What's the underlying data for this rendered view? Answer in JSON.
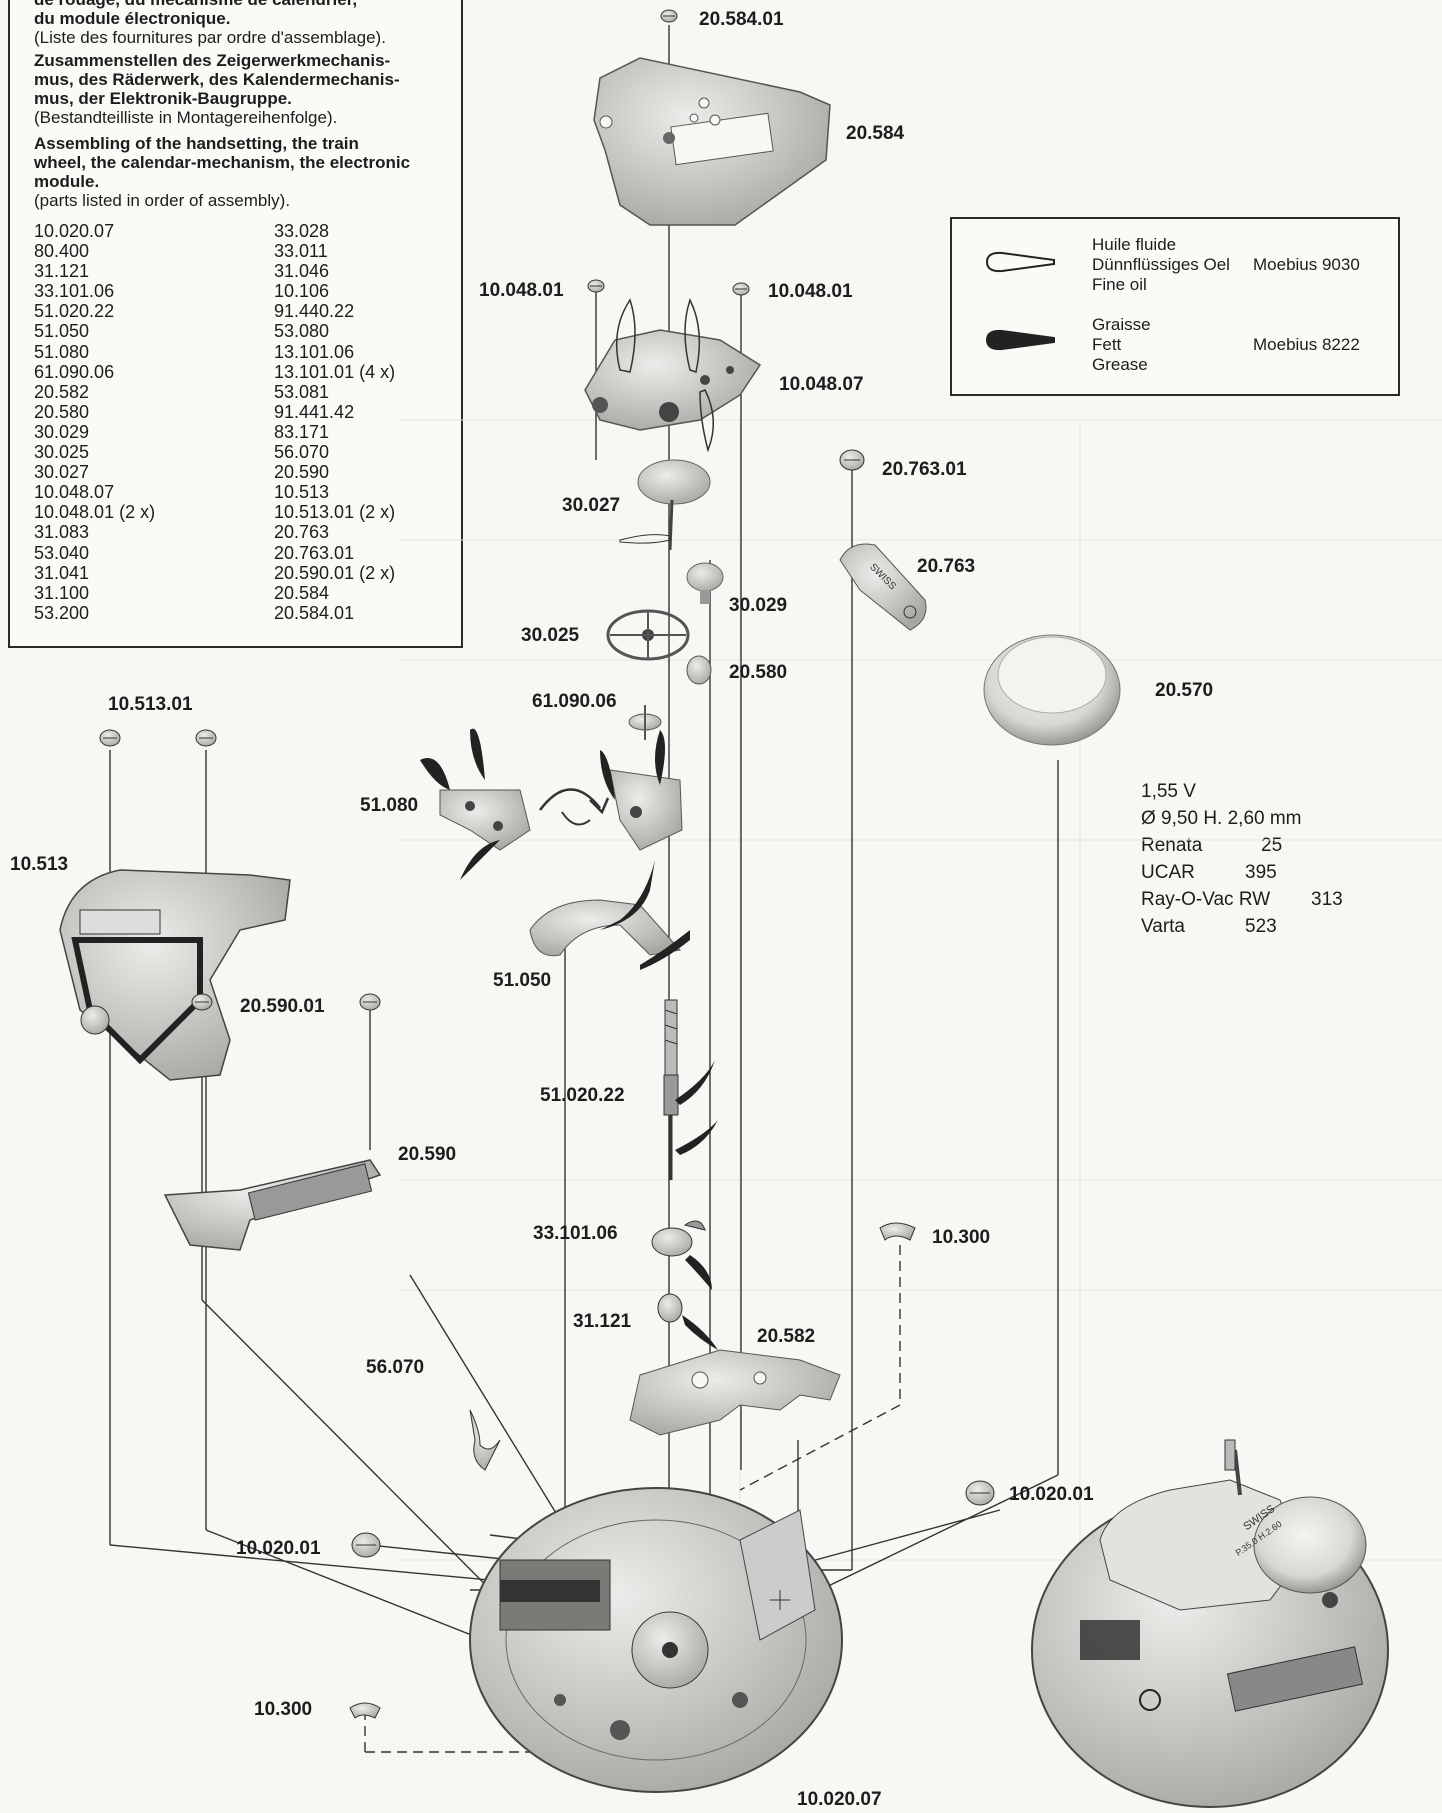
{
  "assembly_box": {
    "fr_title_l1": "de rouage, du mécanisme de calendrier,",
    "fr_title_l2": "du module électronique.",
    "fr_sub": "(Liste des fournitures par ordre d'assemblage).",
    "de_title_l1": "Zusammenstellen des Zeigerwerkmechanis-",
    "de_title_l2": "mus, des Räderwerk, des Kalendermechanis-",
    "de_title_l3": "mus, der Elektronik-Baugruppe.",
    "de_sub": "(Bestandteilliste in Montagereihenfolge).",
    "en_title_l1": "Assembling of the handsetting, the train",
    "en_title_l2": "wheel, the calendar-mechanism, the electronic",
    "en_title_l3": "module.",
    "en_sub": "(parts listed in order of assembly).",
    "parts_col1": [
      "10.020.07",
      "80.400",
      "31.121",
      "33.101.06",
      "51.020.22",
      "51.050",
      "51.080",
      "61.090.06",
      "20.582",
      "20.580",
      "30.029",
      "30.025",
      "30.027",
      "10.048.07",
      "10.048.01 (2 x)",
      "31.083",
      "53.040",
      "31.041",
      "31.100",
      "53.200"
    ],
    "parts_col2": [
      "33.028",
      "33.011",
      "31.046",
      "10.106",
      "91.440.22",
      "53.080",
      "13.101.06",
      "13.101.01 (4 x)",
      "53.081",
      "91.441.42",
      "83.171",
      "56.070",
      "20.590",
      "10.513",
      "10.513.01 (2 x)",
      "20.763",
      "20.763.01",
      "20.590.01 (2 x)",
      "20.584",
      "20.584.01"
    ]
  },
  "legend": {
    "oil_fr": "Huile fluide",
    "oil_de": "Dünnflüssiges Oel",
    "oil_en": "Fine oil",
    "oil_product": "Moebius 9030",
    "grease_fr": "Graisse",
    "grease_de": "Fett",
    "grease_en": "Grease",
    "grease_product": "Moebius 8222"
  },
  "battery": {
    "voltage": "1,55 V",
    "size": "Ø 9,50  H. 2,60 mm",
    "brands": [
      {
        "name": "Renata",
        "ref": "25"
      },
      {
        "name": "UCAR",
        "ref": "395"
      },
      {
        "name": "Ray-O-Vac RW",
        "ref": "313"
      },
      {
        "name": "Varta",
        "ref": "523"
      }
    ]
  },
  "labels": {
    "p_20_584_01": "20.584.01",
    "p_20_584": "20.584",
    "p_10_048_01_left": "10.048.01",
    "p_10_048_01_right": "10.048.01",
    "p_10_048_07": "10.048.07",
    "p_20_763_01": "20.763.01",
    "p_30_027": "30.027",
    "p_20_763": "20.763",
    "p_30_029": "30.029",
    "p_30_025": "30.025",
    "p_20_580": "20.580",
    "p_20_570": "20.570",
    "p_10_513_01": "10.513.01",
    "p_61_090_06": "61.090.06",
    "p_51_080": "51.080",
    "p_10_513": "10.513",
    "p_51_050": "51.050",
    "p_20_590_01": "20.590.01",
    "p_51_020_22": "51.020.22",
    "p_20_590": "20.590",
    "p_33_101_06": "33.101.06",
    "p_10_300_right": "10.300",
    "p_31_121": "31.121",
    "p_20_582": "20.582",
    "p_56_070": "56.070",
    "p_10_020_01_right": "10.020.01",
    "p_10_020_01_left": "10.020.01",
    "p_10_300_left": "10.300",
    "p_10_020_07": "10.020.07"
  },
  "module_text": {
    "swiss_label": "SWISS",
    "cell_code": "P.35.0 H.2.60"
  },
  "colors": {
    "ink": "#1d1d1d",
    "metal": "#c9c9c5",
    "metal_dark": "#8d8d88",
    "paper": "#f7f7f4"
  }
}
